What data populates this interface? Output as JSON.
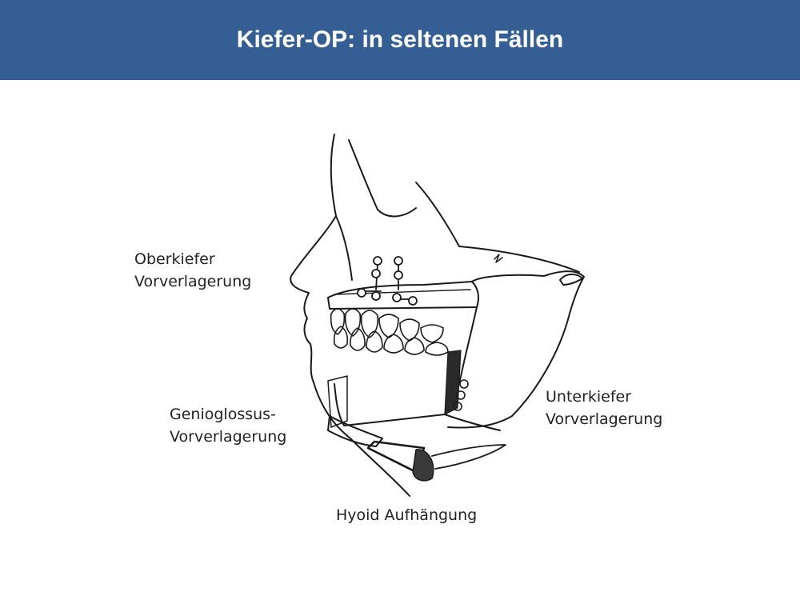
{
  "slide": {
    "title": "Kiefer-OP: in seltenen Fällen",
    "header_color": "#355f94"
  },
  "labels": {
    "oberkiefer_line1": "Oberkiefer",
    "oberkiefer_line2": "Vorverlagerung",
    "unterkiefer_line1": "Unterkiefer",
    "unterkiefer_line2": "Vorverlagerung",
    "genioglossus_line1": "Genioglossus-",
    "genioglossus_line2": "Vorverlagerung",
    "hyoid": "Hyoid Aufhängung"
  }
}
